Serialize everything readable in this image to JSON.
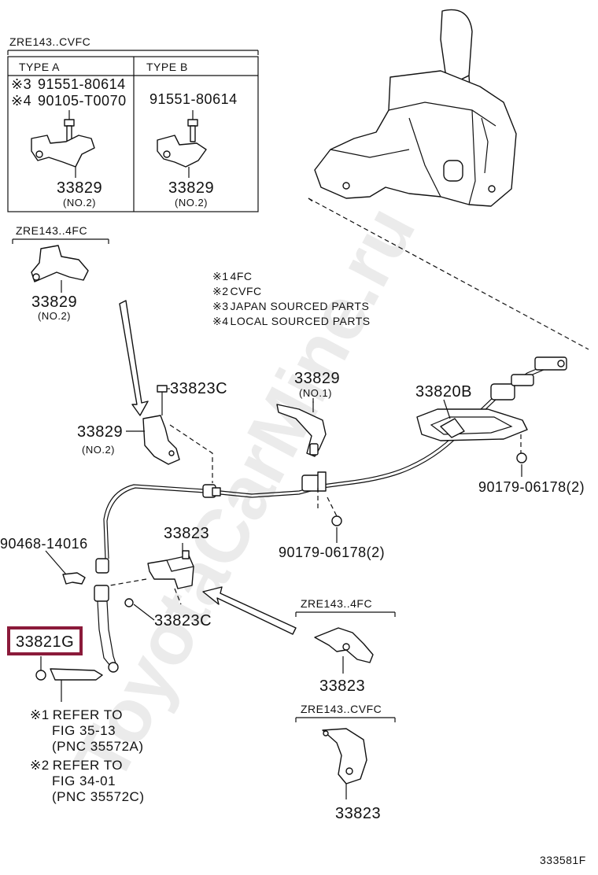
{
  "watermark": "ToyotaCarMine.ru",
  "diagram_id": "333581F",
  "boxes": {
    "cvfc_top": {
      "title": "ZRE143..CVFC",
      "type_a": {
        "label": "TYPE A",
        "line1_mark": "※3",
        "line1_pn": "91551-80614",
        "line2_mark": "※4",
        "line2_pn": "90105-T0070",
        "part": "33829",
        "sub": "(NO.2)"
      },
      "type_b": {
        "label": "TYPE B",
        "line1_pn": "91551-80614",
        "part": "33829",
        "sub": "(NO.2)"
      }
    },
    "fc4_top": {
      "title": "ZRE143..4FC",
      "part": "33829",
      "sub": "(NO.2)"
    },
    "fc4_bottom": {
      "title": "ZRE143..4FC",
      "part": "33823"
    },
    "cvfc_bottom": {
      "title": "ZRE143..CVFC",
      "part": "33823"
    }
  },
  "notes": [
    {
      "mark": "※1",
      "text": "4FC"
    },
    {
      "mark": "※2",
      "text": "CVFC"
    },
    {
      "mark": "※3",
      "text": "JAPAN SOURCED PARTS"
    },
    {
      "mark": "※4",
      "text": "LOCAL SOURCED PARTS"
    }
  ],
  "callouts": {
    "c33823C_top": "33823C",
    "c33829_no1": "33829",
    "c33829_no1_sub": "(NO.1)",
    "c33820B": "33820B",
    "c33829_no2": "33829",
    "c33829_no2_sub": "(NO.2)",
    "c90179_right": "90179-06178(2)",
    "c90179_mid": "90179-06178(2)",
    "c90468": "90468-14016",
    "c33823": "33823",
    "c33823C_bottom": "33823C",
    "c33821G": "33821G"
  },
  "references": [
    {
      "mark": "※1",
      "line1": "REFER  TO",
      "line2": "FIG  35-13",
      "line3": "(PNC  35572A)"
    },
    {
      "mark": "※2",
      "line1": "REFER  TO",
      "line2": "FIG  34-01",
      "line3": "(PNC  35572C)"
    }
  ],
  "highlight_color": "#8b1a3a"
}
